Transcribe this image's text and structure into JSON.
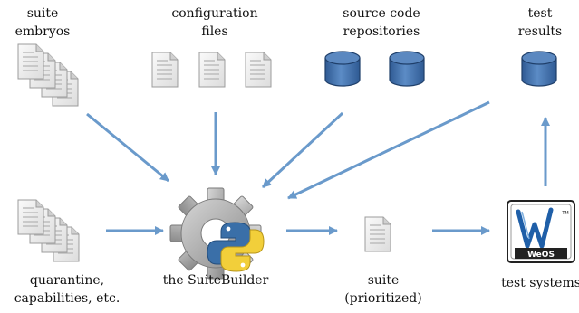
{
  "labels": {
    "suite_embryos": [
      "suite",
      "embryos"
    ],
    "configuration_files": [
      "configuration",
      "files"
    ],
    "source_code_repositories": [
      "source code",
      "repositories"
    ],
    "test_results": [
      "test",
      "results"
    ],
    "quarantine": [
      "quarantine,",
      "capabilities, etc."
    ],
    "suitebuilder": [
      "the SuiteBuilder"
    ],
    "suite_prioritized": [
      "suite",
      "(prioritized)"
    ],
    "test_systems": [
      "test systems"
    ]
  },
  "logo": {
    "text": "WeOS",
    "tm": "TM"
  },
  "colors": {
    "arrow": "#6a9acb",
    "database_fill": "#3f6da8",
    "database_top": "#5b88c0",
    "document_fill": "#eeeeee",
    "document_lines": "#b5b5b5",
    "gear": "#8f8f8f",
    "python_blue": "#3a6fa8",
    "python_yellow": "#f2cf3a"
  }
}
